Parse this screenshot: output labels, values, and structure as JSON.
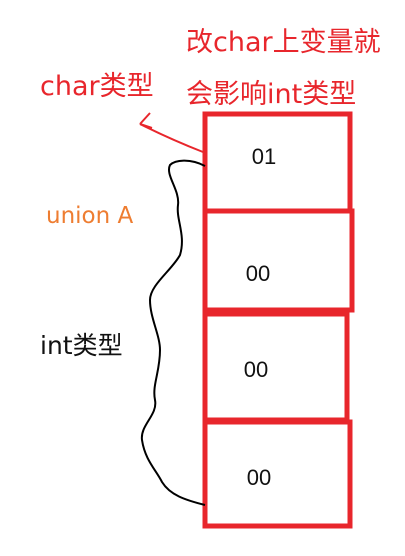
{
  "annotation": {
    "line1": "改char上变量就",
    "line2": "会影响int类型"
  },
  "char_label": "char类型",
  "union_label": "union A",
  "int_label": "int类型",
  "cells": [
    "01",
    "00",
    "00",
    "00"
  ],
  "colors": {
    "box": "#e8262c",
    "annotation": "#e8262c",
    "union": "#ee7d31",
    "brace": "#000000"
  }
}
